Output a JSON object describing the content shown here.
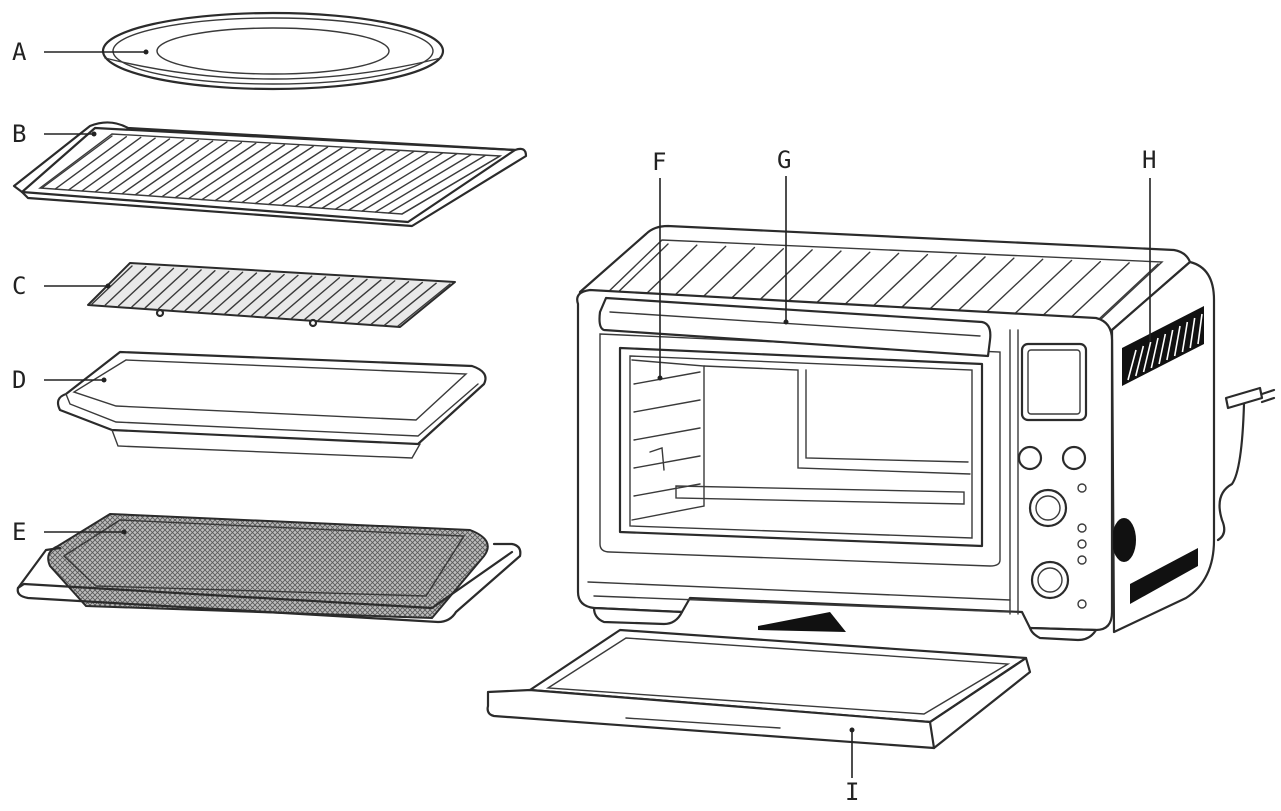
{
  "diagram": {
    "labels": {
      "A": "A",
      "B": "B",
      "C": "C",
      "D": "D",
      "E": "E",
      "F": "F",
      "G": "G",
      "H": "H",
      "I": "I"
    },
    "parts": [
      "pizza-pan",
      "broil-rack",
      "wire-rack",
      "roasting-pan",
      "air-fry-basket",
      "rack-positions",
      "door-handle",
      "vents",
      "crumb-tray"
    ]
  }
}
